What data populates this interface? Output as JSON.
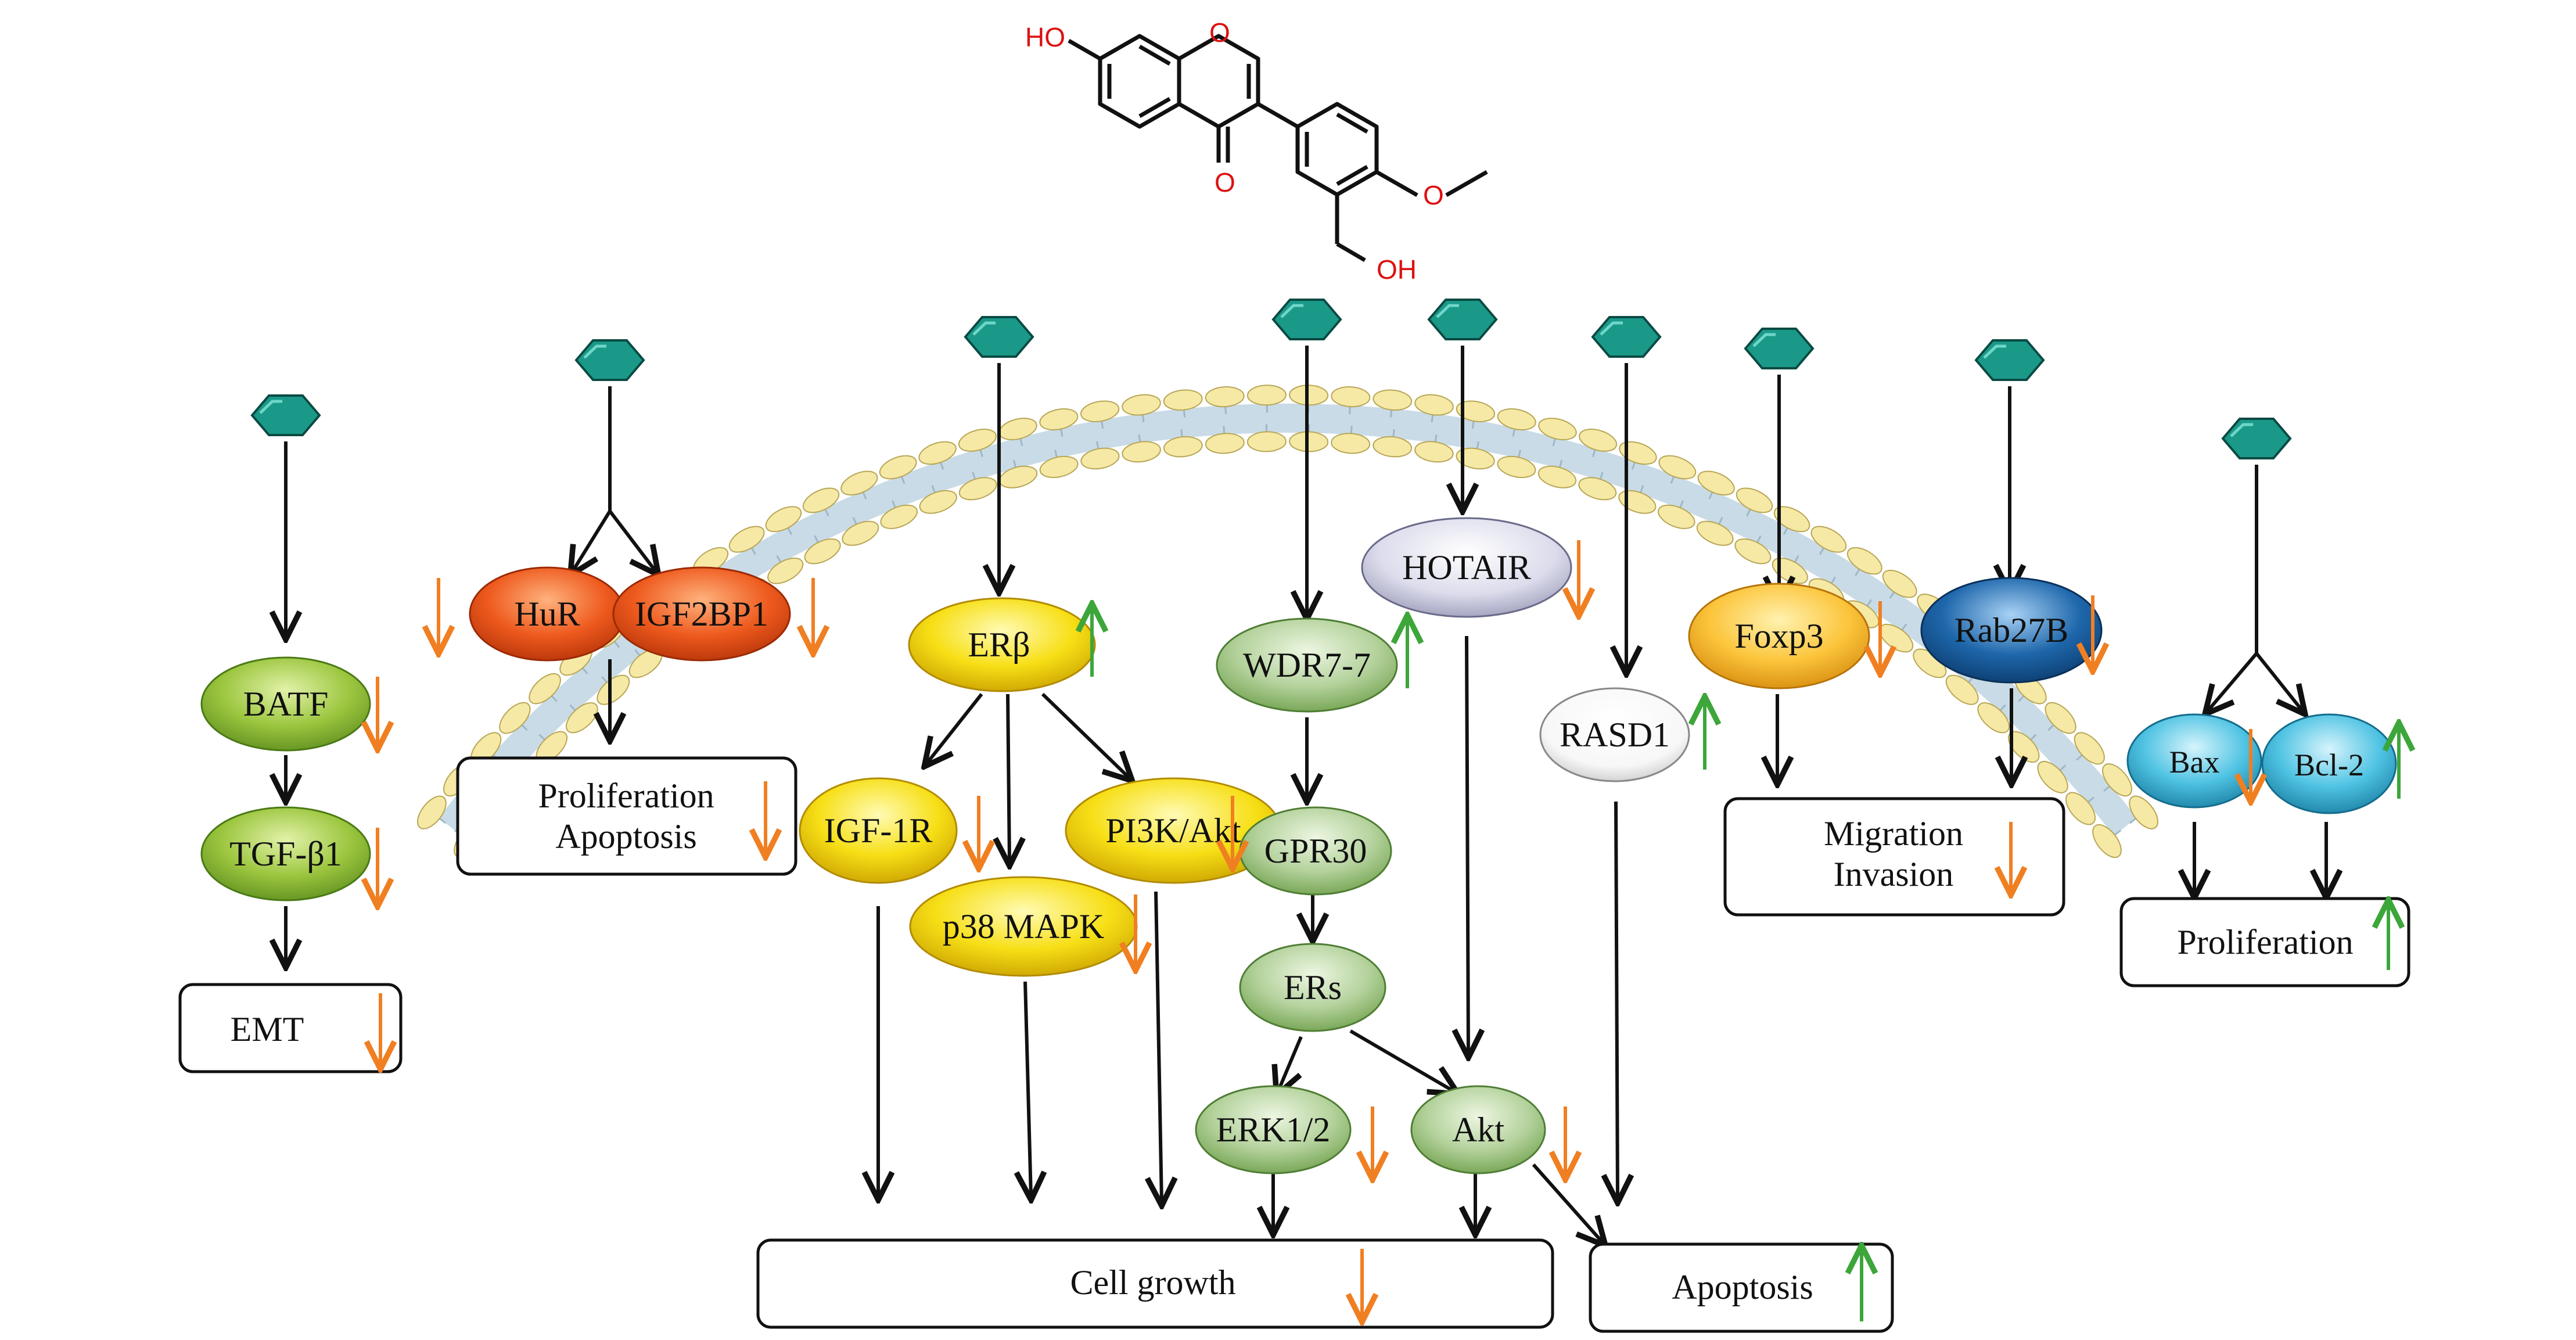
{
  "molecule": {
    "hydroxyl_top": "HO",
    "ring_oxygen": "O",
    "ketone_oxygen": "O",
    "hydroxyl_bottom": "OH",
    "methoxy_oxygen": "O"
  },
  "nodes": {
    "batf": "BATF",
    "tgfb1": "TGF-β1",
    "hur": "HuR",
    "igf2bp1": "IGF2BP1",
    "erb": "ERβ",
    "igf1r": "IGF-1R",
    "pi3k": "PI3K/Akt",
    "p38": "p38 MAPK",
    "wdr": "WDR7-7",
    "gpr30": "GPR30",
    "ers": "ERs",
    "erk": "ERK1/2",
    "akt": "Akt",
    "hotair": "HOTAIR",
    "rasd1": "RASD1",
    "foxp3": "Foxp3",
    "rab27b": "Rab27B",
    "bax": "Bax",
    "bcl2": "Bcl-2"
  },
  "outcomes": {
    "emt": "EMT",
    "prolif_apop_1": "Proliferation",
    "prolif_apop_2": "Apoptosis",
    "cell_growth": "Cell growth",
    "apoptosis": "Apoptosis",
    "migration": "Migration",
    "invasion": "Invasion",
    "proliferation": "Proliferation"
  },
  "colors": {
    "up_arrow": "#3da63a",
    "down_arrow": "#f07f22",
    "membrane_head": "#f6e9a6",
    "membrane_tail": "#c9dbe6",
    "ligand": "#1a9989",
    "green_node": "#9cc63f",
    "orange_node": "#ee5a1e",
    "yellow_node": "#f7df16",
    "pale_green_node": "#b4d29c",
    "lavender_node": "#dcdcec",
    "gold_node": "#fcc53c",
    "blue_node": "#1e67ab",
    "cyan_node": "#4fc3e3"
  }
}
